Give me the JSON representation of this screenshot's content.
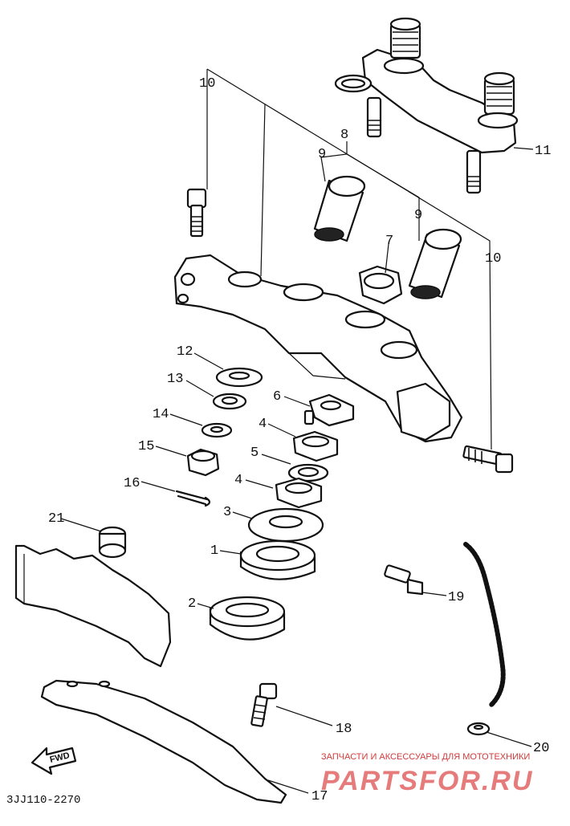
{
  "diagram_code": "3JJ110-2270",
  "forward_arrow_label": "FWD",
  "watermark": {
    "tagline": "ЗАПЧАСТИ И АКСЕССУАРЫ ДЛЯ МОТОТЕХНИКИ",
    "brand": "PARTSFOR.RU"
  },
  "callouts": {
    "n10a": "10",
    "n10b": "10",
    "n8": "8",
    "n9a": "9",
    "n9b": "9",
    "n7": "7",
    "n11": "11",
    "n12": "12",
    "n13": "13",
    "n14": "14",
    "n6": "6",
    "n4a": "4",
    "n5": "5",
    "n4b": "4",
    "n15": "15",
    "n16": "16",
    "n3": "3",
    "n1": "1",
    "n2": "2",
    "n21": "21",
    "n19": "19",
    "n18": "18",
    "n20": "20",
    "n17": "17"
  }
}
